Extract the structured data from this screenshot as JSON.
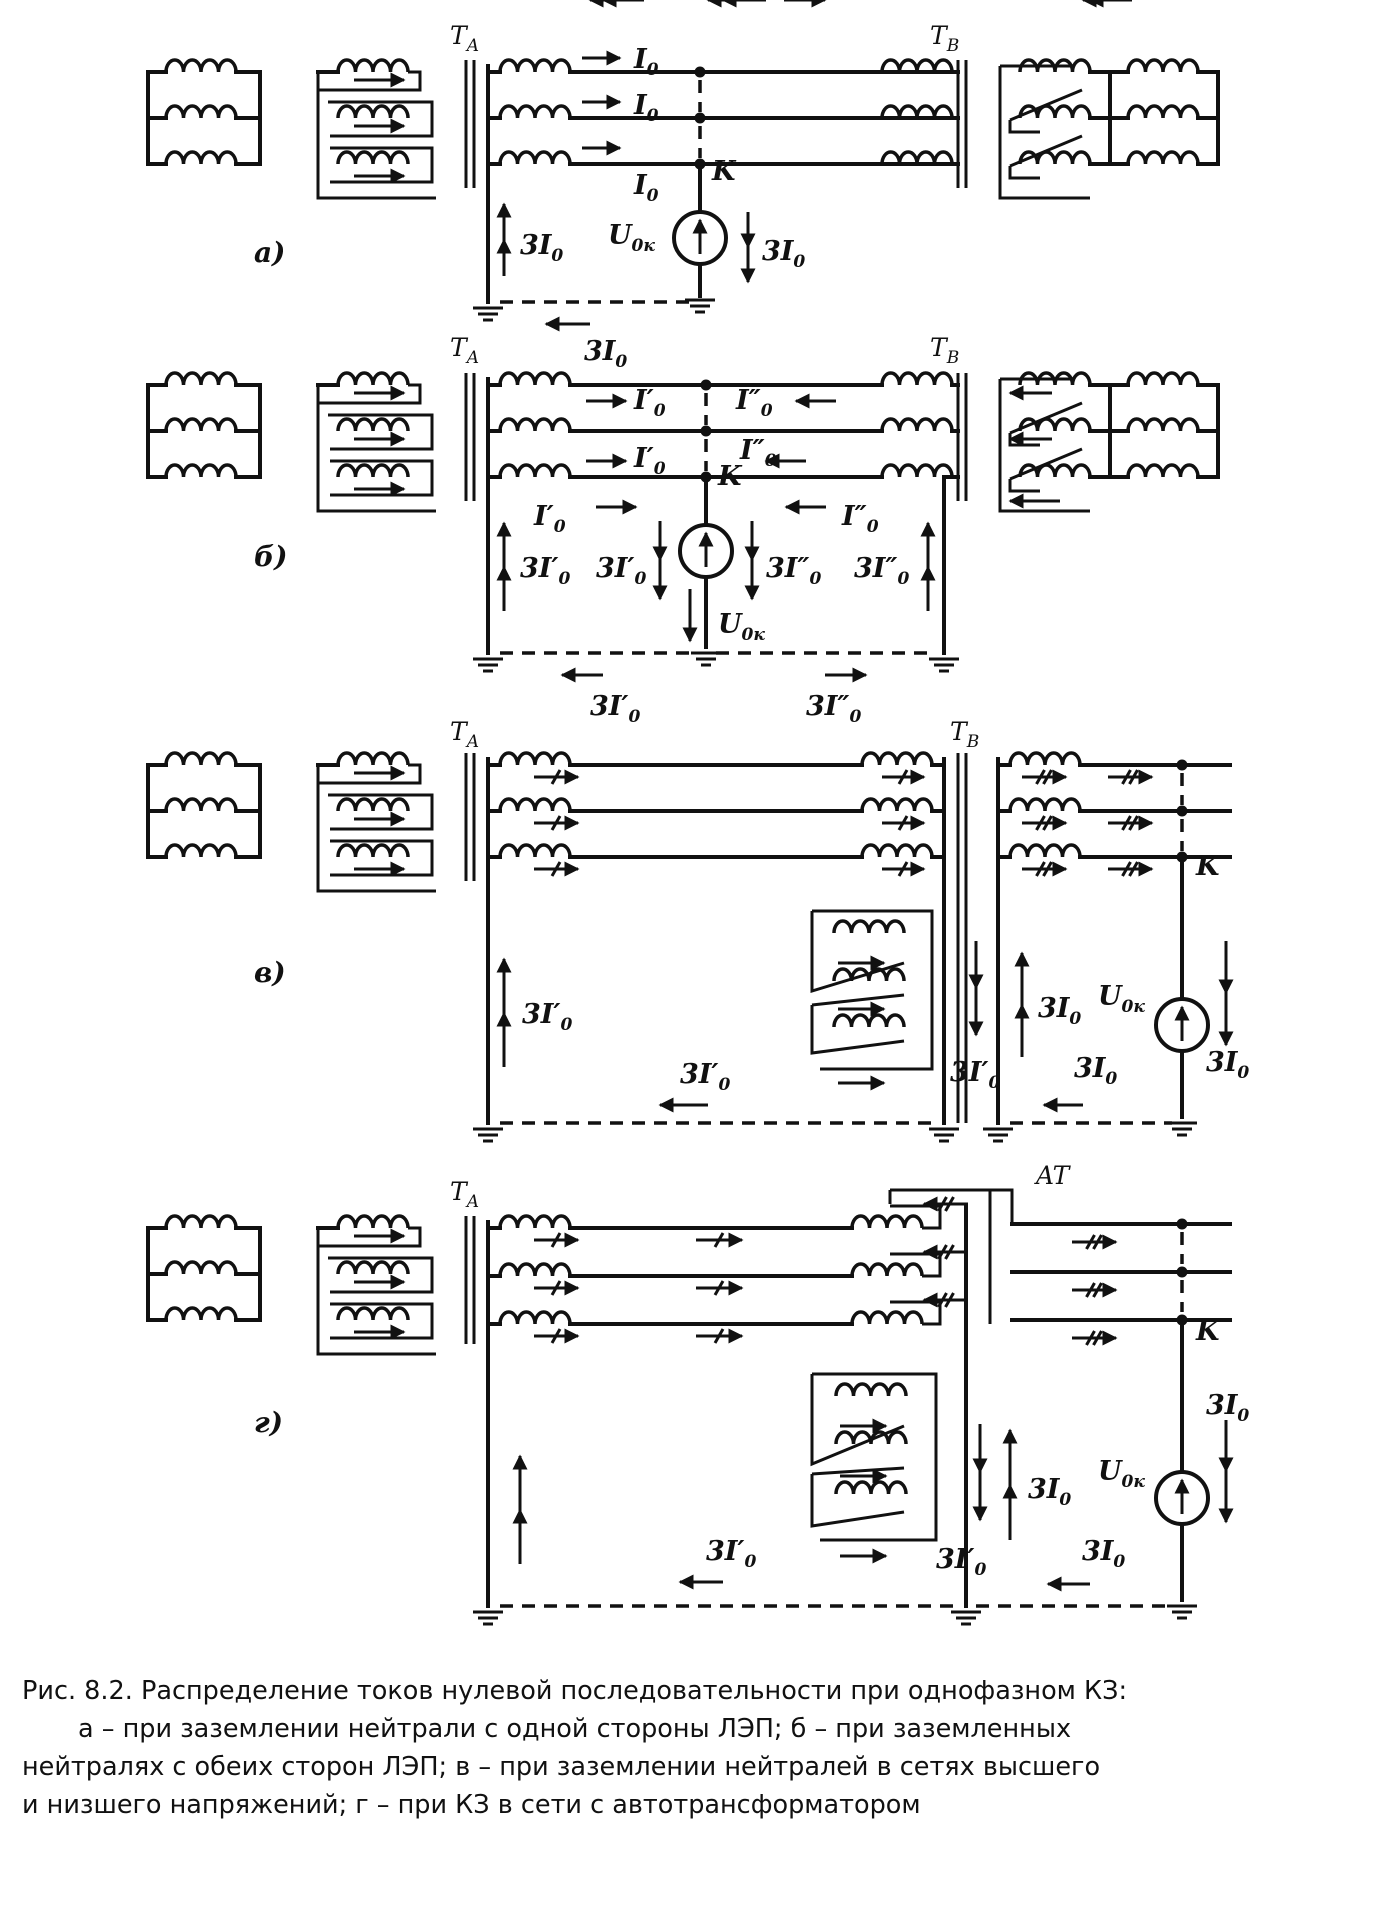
{
  "panels": [
    {
      "id": "a",
      "letter": "а)",
      "transformer_left": "T",
      "transformer_left_sub": "A",
      "transformer_right": "T",
      "transformer_right_sub": "B",
      "fault_point": "K",
      "source": "U",
      "source_sub": "0к",
      "currents": {
        "line1": "I",
        "line1_sub": "0",
        "line2": "I",
        "line2_sub": "0",
        "line3": "I",
        "line3_sub": "0",
        "neutral_left": "3I",
        "neutral_left_sub": "0",
        "source_down": "3I",
        "source_down_sub": "0",
        "ground_return": "3I",
        "ground_return_sub": "0"
      }
    },
    {
      "id": "b",
      "letter": "б)",
      "transformer_left": "T",
      "transformer_left_sub": "A",
      "transformer_right": "T",
      "transformer_right_sub": "B",
      "fault_point": "K",
      "source": "U",
      "source_sub": "0к",
      "currents": {
        "line1_left": "I′",
        "line1_left_sub": "0",
        "line1_right": "I″",
        "line1_right_sub": "0",
        "line2_left": "I′",
        "line2_left_sub": "0",
        "line2_right": "I″",
        "line2_right_sub": "0",
        "line3_left": "I′",
        "line3_left_sub": "0",
        "line3_right": "I″",
        "line3_right_sub": "0",
        "neutral_left": "3I′",
        "neutral_left_sub": "0",
        "source_left": "3I′",
        "source_left_sub": "0",
        "source_right": "3I″",
        "source_right_sub": "0",
        "neutral_right": "3I″",
        "neutral_right_sub": "0",
        "ground_left": "3I′",
        "ground_left_sub": "0",
        "ground_right": "3I″",
        "ground_right_sub": "0"
      }
    },
    {
      "id": "c",
      "letter": "в)",
      "transformer_left": "T",
      "transformer_left_sub": "A",
      "transformer_right": "T",
      "transformer_right_sub": "B",
      "fault_point": "K",
      "source": "U",
      "source_sub": "0к",
      "currents": {
        "neutral_left": "3I′",
        "neutral_left_sub": "0",
        "ground_left": "3I′",
        "ground_left_sub": "0",
        "tb_hv_neutral": "3I′",
        "tb_hv_neutral_sub": "0",
        "tb_lv_neutral": "3I",
        "tb_lv_neutral_sub": "0",
        "ground_right": "3I",
        "ground_right_sub": "0",
        "source_down": "3I",
        "source_down_sub": "0"
      }
    },
    {
      "id": "d",
      "letter": "г)",
      "transformer_left": "T",
      "transformer_left_sub": "A",
      "autotransformer": "AT",
      "fault_point": "K",
      "source": "U",
      "source_sub": "0к",
      "currents": {
        "ground_left": "3I′",
        "ground_left_sub": "0",
        "at_neutral_left": "3I′",
        "at_neutral_left_sub": "0",
        "at_neutral_right": "3I",
        "at_neutral_right_sub": "0",
        "ground_right": "3I",
        "ground_right_sub": "0",
        "source_down": "3I",
        "source_down_sub": "0"
      }
    }
  ],
  "caption": {
    "line1": "Рис. 8.2. Распределение токов нулевой последовательности при однофазном КЗ:",
    "line2": "а – при заземлении нейтрали с одной стороны ЛЭП; б – при заземленных",
    "line3": "нейтралях с обеих сторон ЛЭП; в – при заземлении нейтралей в сетях высшего",
    "line4": "и низшего напряжений; г – при КЗ в сети с автотрансформатором"
  }
}
